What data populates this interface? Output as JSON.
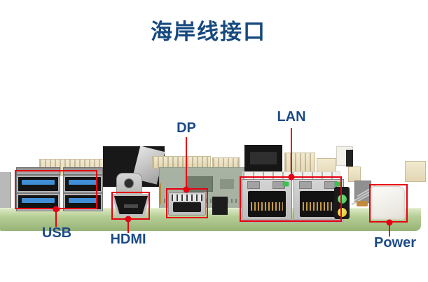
{
  "title": "海岸线接口",
  "port_labels": {
    "usb": "USB",
    "hdmi": "HDMI",
    "dp": "DP",
    "lan": "LAN",
    "power": "Power"
  },
  "colors": {
    "accent_red": "#e60012",
    "label_blue": "#1b4a86",
    "title_blue": "#17497f",
    "pcb_green": "#b7cf97",
    "usb_tab_blue": "#3f8ed6",
    "led_green": "#3cc24f",
    "led_yellow": "#e5c317"
  }
}
